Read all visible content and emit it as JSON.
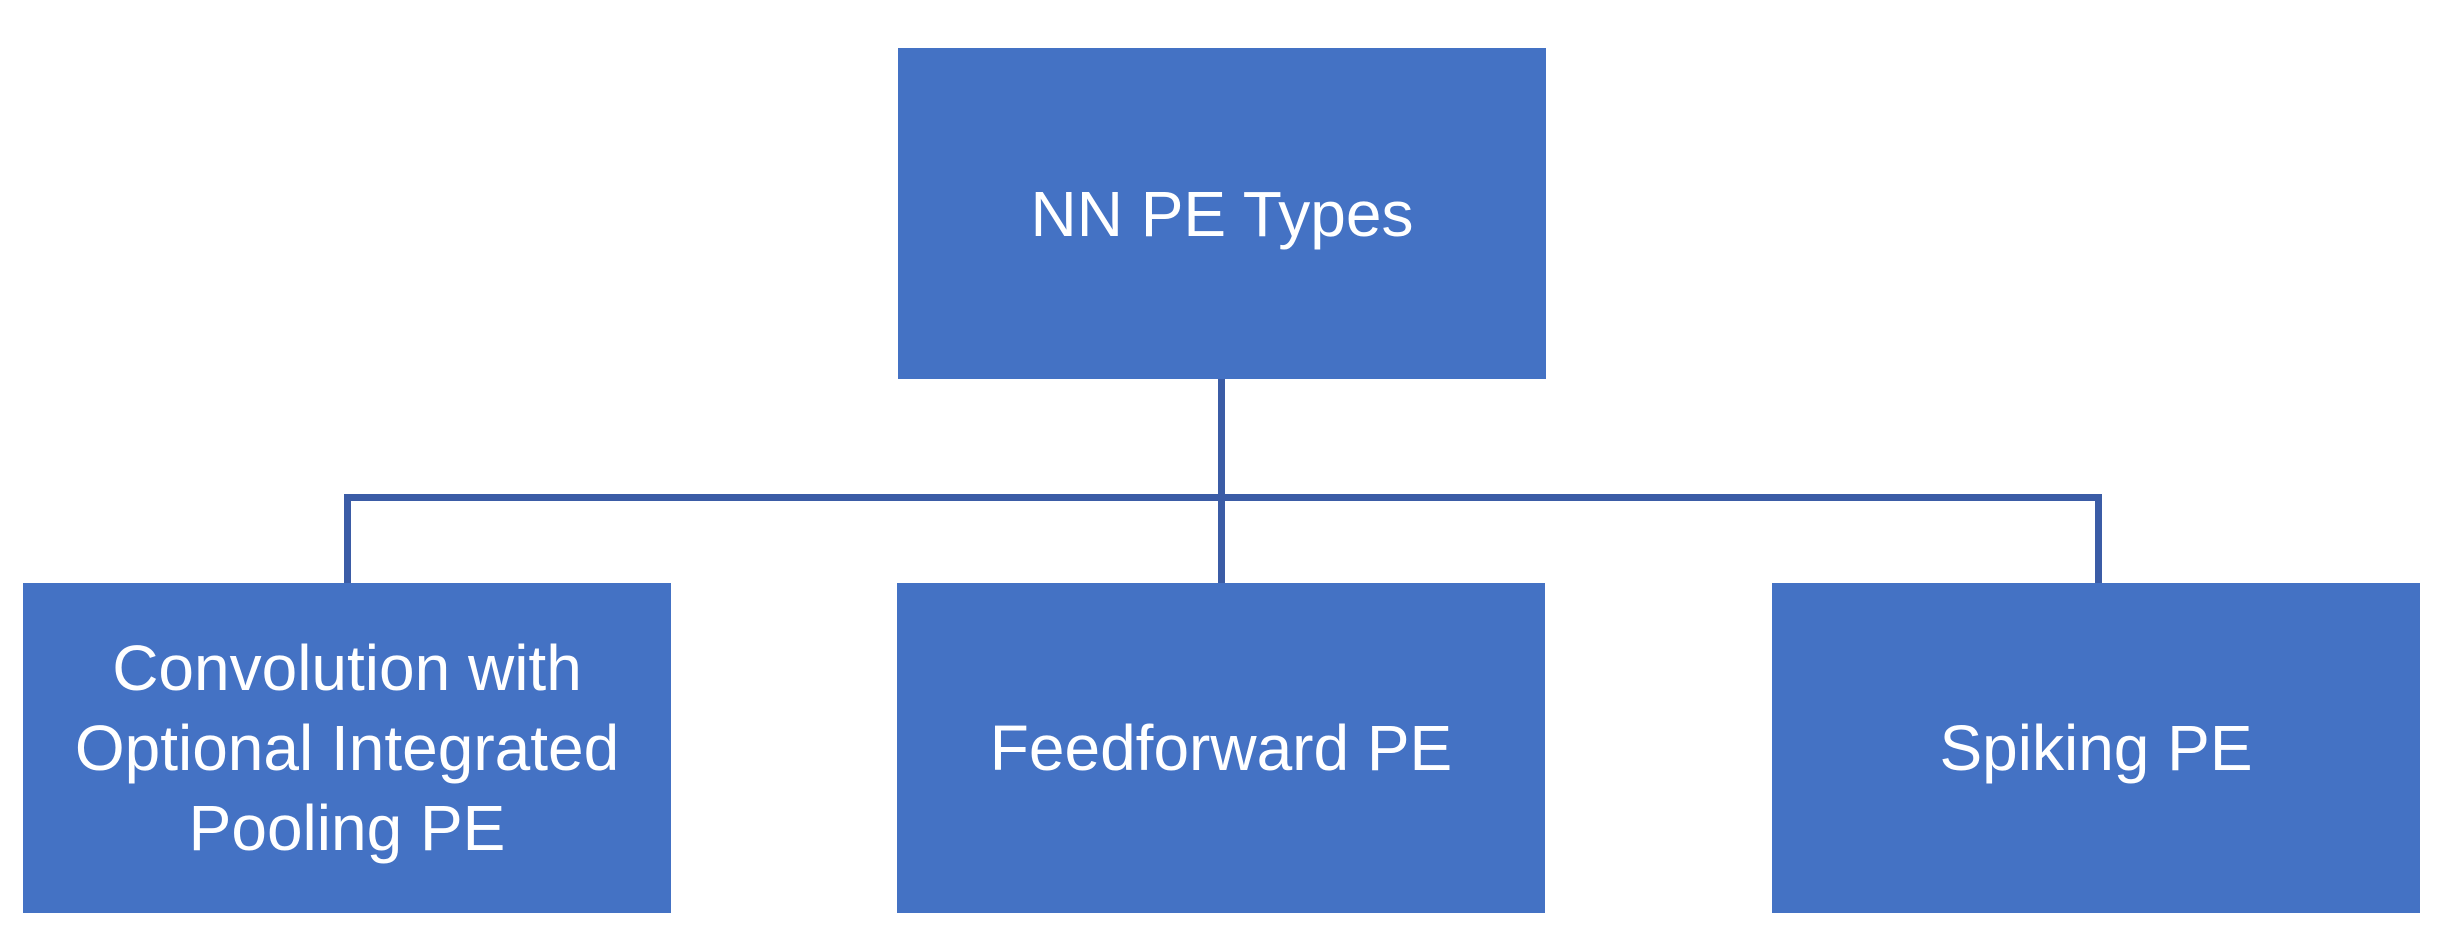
{
  "diagram": {
    "type": "org-chart",
    "colors": {
      "background": "#ffffff",
      "node_fill": "#4472C4",
      "connector": "#3B5CA6",
      "text": "#ffffff"
    },
    "root": {
      "label": "NN PE Types"
    },
    "children": [
      {
        "label": "Convolution with Optional Integrated Pooling PE",
        "lines": [
          "Convolution with",
          "Optional Integrated",
          "Pooling PE"
        ]
      },
      {
        "label": "Feedforward PE",
        "lines": [
          "Feedforward PE"
        ]
      },
      {
        "label": "Spiking PE",
        "lines": [
          "Spiking PE"
        ]
      }
    ]
  }
}
